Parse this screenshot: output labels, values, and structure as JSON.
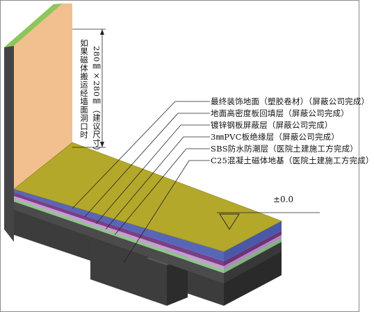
{
  "wall_note": {
    "line1": "如果磁体搬运经墙面洞口时",
    "line2": "280㎜×280㎜（建议尺寸）"
  },
  "layers": [
    "最终装饰地面（塑胶卷材）（屏蔽公司完成）",
    "地面高密度板回填层（屏蔽公司完成）",
    "镀锌钢板屏蔽层（屏蔽公司完成）",
    "3㎜PVC板绝缘层（屏蔽公司完成）",
    "SBS防水防潮层（医院土建施工方完成）",
    "C25混凝土磁体地基（医院土建施工方完成）"
  ],
  "elevation_label": "±0.0",
  "colors": {
    "floor_top": "#b3a82a",
    "backfill": "#5866b8",
    "steel": "#7a3f86",
    "pvc": "#c79bd2",
    "sbs": "#8ec58a",
    "concrete": "#4b4b4b",
    "wall_face": "#f2bf8f",
    "wall_top": "#8fc55a"
  }
}
